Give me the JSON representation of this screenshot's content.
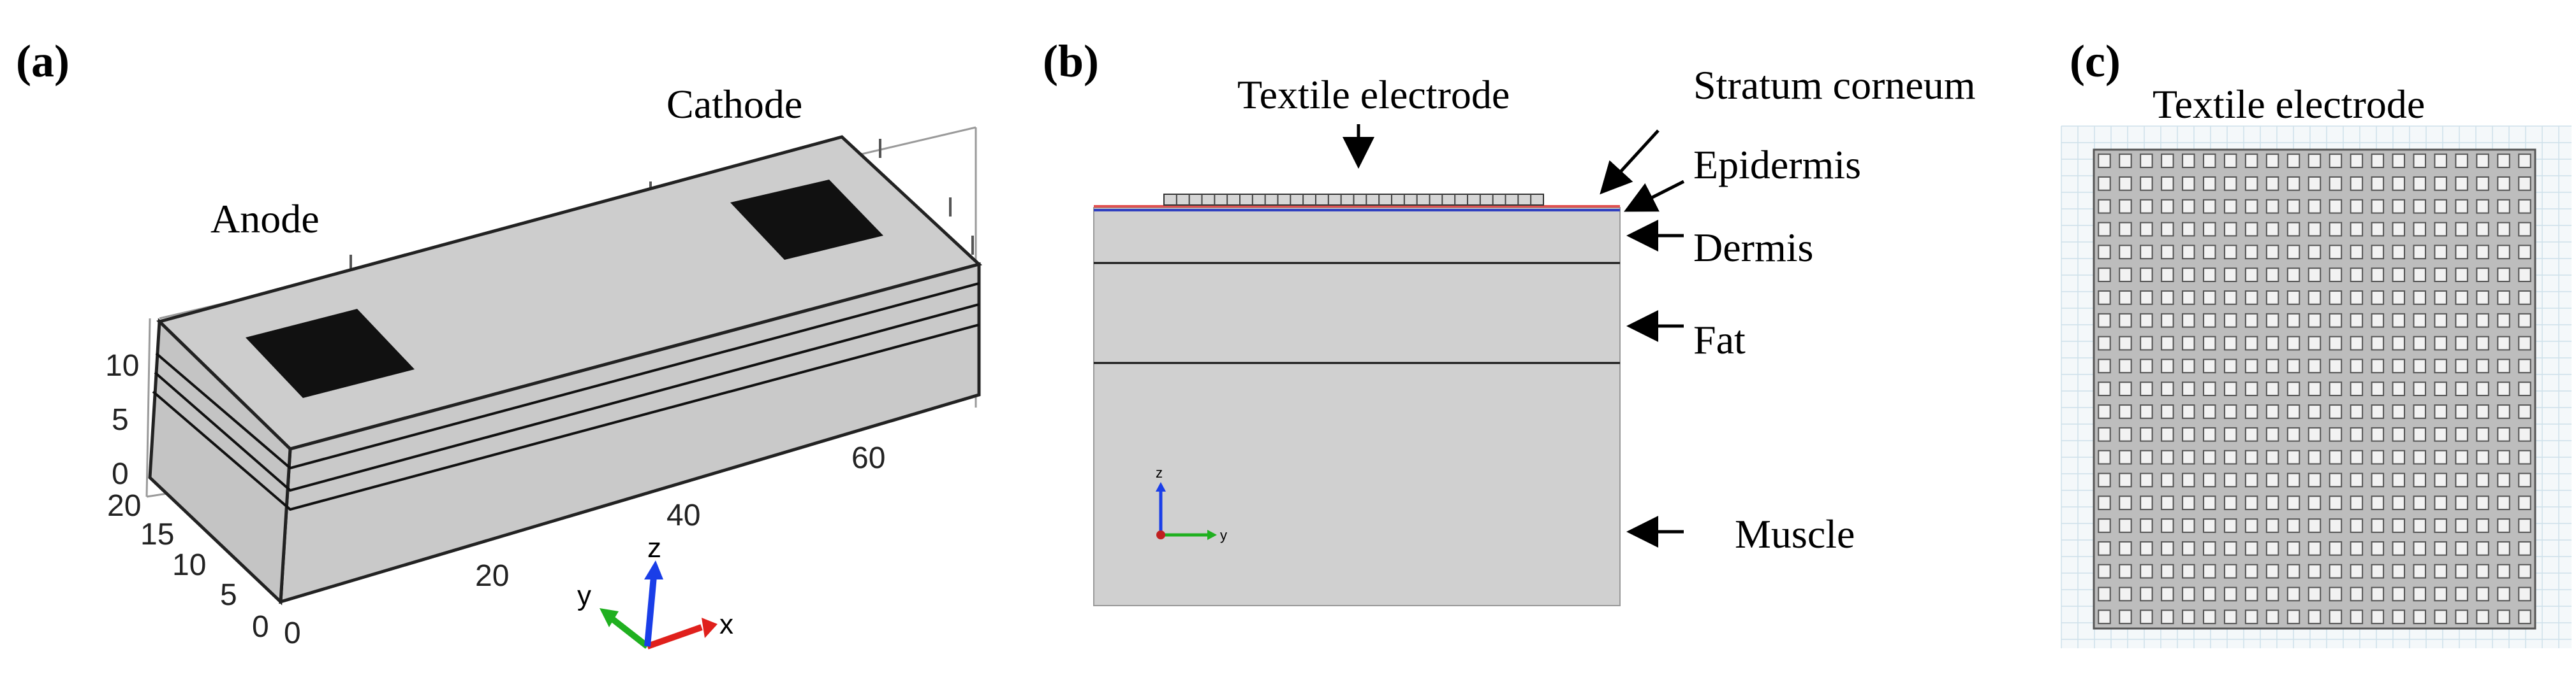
{
  "panels": {
    "a": {
      "letter": "(a)",
      "anode_label": "Anode",
      "cathode_label": "Cathode",
      "z_ticks": [
        "10",
        "5",
        "0"
      ],
      "y_ticks": [
        "20",
        "15",
        "10",
        "5",
        "0"
      ],
      "x_ticks": [
        "0",
        "20",
        "40",
        "60"
      ],
      "axes": {
        "x": "x",
        "y": "y",
        "z": "z"
      }
    },
    "b": {
      "letter": "(b)",
      "textile_electrode": "Textile electrode",
      "layers": {
        "stratum_corneum": "Stratum corneum",
        "epidermis": "Epidermis",
        "dermis": "Dermis",
        "fat": "Fat",
        "muscle": "Muscle"
      },
      "axes": {
        "y": "y",
        "z": "z"
      }
    },
    "c": {
      "letter": "(c)",
      "title": "Textile electrode",
      "mesh_rows": 21,
      "mesh_cols": 21
    }
  },
  "colors": {
    "tissue": "#d0d0d0",
    "electrode": "#111111",
    "x_axis": "#e0201c",
    "y_axis": "#20b020",
    "z_axis": "#1a3ee8",
    "stratum": "#e05050",
    "epidermis_line": "#3040c0",
    "mesh_bg": "#eaeaea"
  }
}
